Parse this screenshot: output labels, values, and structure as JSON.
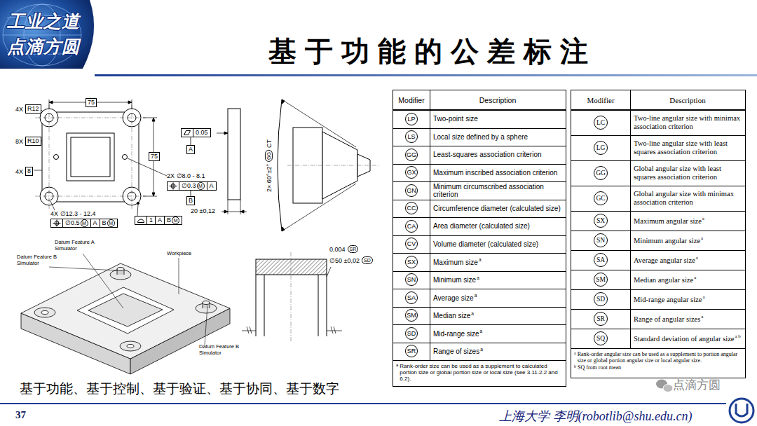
{
  "diagram": {
    "title": "基于功能的公差标注",
    "caption": "基于功能、基于控制、基于验证、基于协同、基于数字",
    "nodes": [
      {
        "text": [
          "R12"
        ]
      },
      {
        "text": [
          "R10"
        ]
      },
      {
        "text": [
          "8"
        ]
      },
      {
        "text": [
          "75"
        ]
      },
      {
        "text": [
          "75"
        ]
      },
      {
        "text": [
          "0.05"
        ]
      },
      {
        "text": [
          "A"
        ]
      },
      {
        "text": [
          "∅0.3",
          "M",
          "A"
        ]
      },
      {
        "text": [
          "B"
        ]
      },
      {
        "text": [
          "∅0.5",
          "M",
          "A",
          "B",
          "M"
        ]
      },
      {
        "text": [
          "1",
          "A",
          "B",
          "M"
        ]
      },
      {
        "text": [
          "GG"
        ]
      },
      {
        "text": [
          "SR"
        ]
      },
      {
        "text": [
          "SD"
        ]
      },
      {
        "text": [
          "LP"
        ]
      },
      {
        "text": [
          "LS"
        ]
      },
      {
        "text": [
          "GG"
        ]
      },
      {
        "text": [
          "GX"
        ]
      },
      {
        "text": [
          "GN"
        ]
      },
      {
        "text": [
          "CC"
        ]
      },
      {
        "text": [
          "CA"
        ]
      },
      {
        "text": [
          "CV"
        ]
      },
      {
        "text": [
          "SX"
        ]
      },
      {
        "text": [
          "SN"
        ]
      },
      {
        "text": [
          "SA"
        ]
      },
      {
        "text": [
          "SM"
        ]
      },
      {
        "text": [
          "SD"
        ]
      },
      {
        "text": [
          "SR"
        ]
      },
      {
        "text": [
          "LC"
        ]
      },
      {
        "text": [
          "LG"
        ]
      },
      {
        "text": [
          "GG"
        ]
      },
      {
        "text": [
          "GC"
        ]
      },
      {
        "text": [
          "SX"
        ]
      },
      {
        "text": [
          "SN"
        ]
      },
      {
        "text": [
          "SA"
        ]
      },
      {
        "text": [
          "SM"
        ]
      },
      {
        "text": [
          "SD"
        ]
      },
      {
        "text": [
          "SR"
        ]
      },
      {
        "text": [
          "SQ"
        ]
      }
    ],
    "edges": [
      {
        "from": 5,
        "to": 6,
        "arrow": "none"
      },
      {
        "from": 7,
        "to": 8,
        "arrow": "none"
      }
    ],
    "labels": [
      "工业之道",
      "点滴方圆",
      "4X",
      "8X",
      "4X",
      "2X ∅8.0 - 8.1",
      "4X ∅12.3 - 12.4",
      "20 ±0,12",
      "2× 60°±2°",
      "CT",
      "Datum Feature A Simulator",
      "Datum Feature B Simulator",
      "Workpiece",
      "Datum Feature B Simulator",
      "0,004",
      "∅50 ±0,02",
      "Modifier",
      "Description",
      "Two-point size",
      "Local size defined by a sphere",
      "Least-squares association criterion",
      "Maximum inscribed association criterion",
      "Minimum circumscribed association criterion",
      "Circumference diameter (calculated size)",
      "Area diameter (calculated size)",
      "Volume diameter (calculated size)",
      "Maximum size",
      "a",
      "Minimum size",
      "a",
      "Average size",
      "a",
      "Median size",
      "a",
      "Mid-range size",
      "a",
      "Range of sizes",
      "a",
      "a",
      "Rank-order size can be used as a supplement to calculated portion size or global portion size or local size (see 3.11.2.2 and 6.2).",
      "Modifier",
      "Description",
      "Two-line angular size with minimax association criterion",
      "Two-line angular size with least squares association criterion",
      "Global angular size with least squares association criterion",
      "Global angular size with minimax association criterion",
      "Maximum angular size",
      "a",
      "Minimum angular size",
      "a",
      "Average angular size",
      "a",
      "Median angular size",
      "a",
      "Mid-range angular size",
      "a",
      "Range of angular sizes",
      "a",
      "Standard deviation of angular size",
      "a b",
      "a",
      "Rank-order angular size can be used as a supplement to portion angular size or global portion angular size or local angular size.",
      "b",
      "SQ from root mean",
      "点滴方圆",
      "37",
      "上海大学 李明(robotlib@shu.edu.cn)"
    ]
  }
}
